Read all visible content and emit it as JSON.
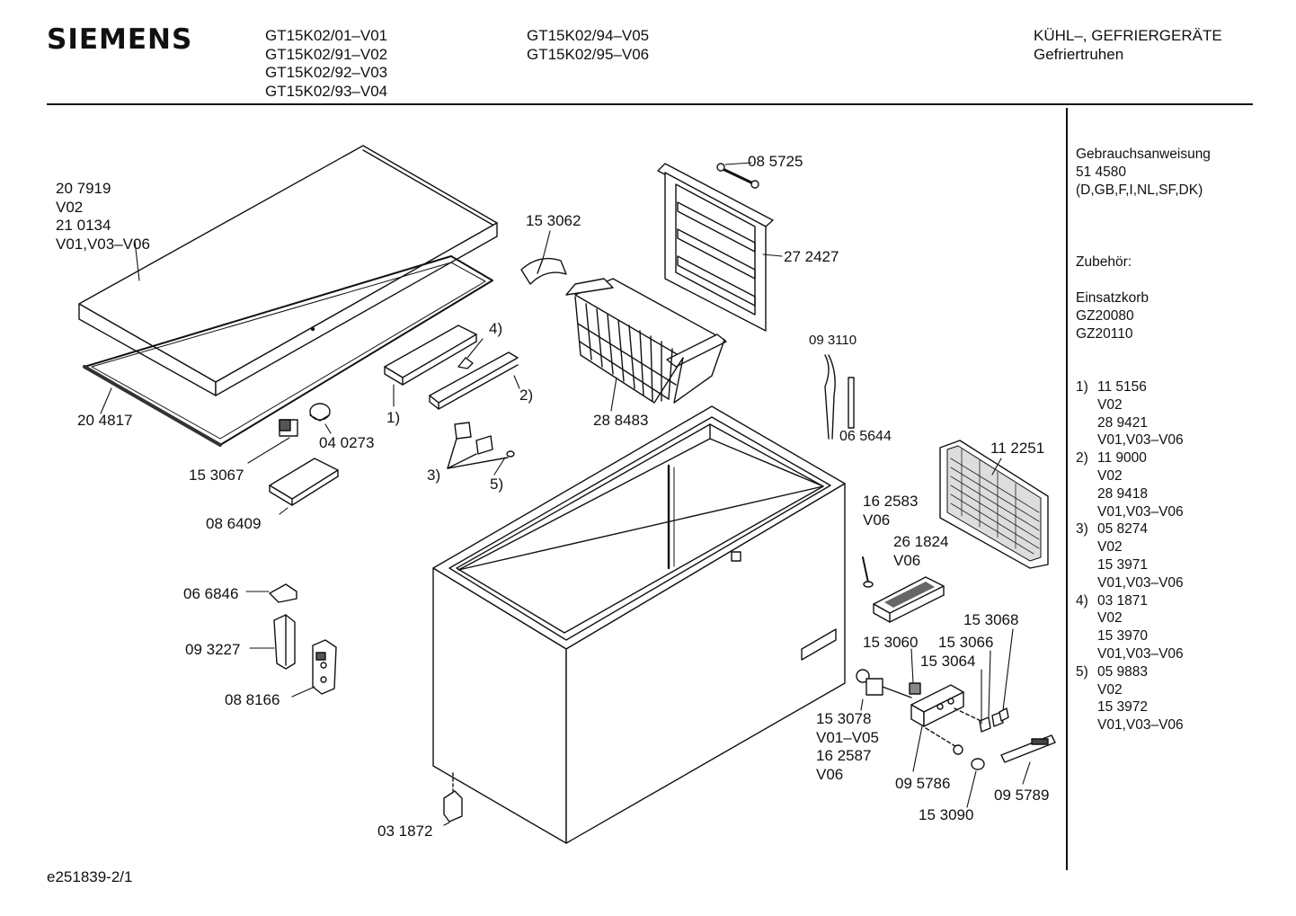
{
  "header": {
    "brand": "SIEMENS",
    "models_col1": [
      "GT15K02/01–V01",
      "GT15K02/91–V02",
      "GT15K02/92–V03",
      "GT15K02/93–V04"
    ],
    "models_col2": [
      "GT15K02/94–V05",
      "GT15K02/95–V06"
    ],
    "category": [
      "KÜHL–, GEFRIERGERÄTE",
      "Gefriertruhen"
    ]
  },
  "sidebar": {
    "manual": [
      "Gebrauchsanweisung",
      "51 4580",
      "(D,GB,F,I,NL,SF,DK)"
    ],
    "accessory_title": "Zubehör:",
    "accessory": [
      "Einsatzkorb",
      "GZ20080",
      "GZ20110"
    ],
    "notes": [
      {
        "n": "1)",
        "lines": [
          "11 5156",
          "V02",
          "28 9421",
          "V01,V03–V06"
        ]
      },
      {
        "n": "2)",
        "lines": [
          "11 9000",
          "V02",
          "28 9418",
          "V01,V03–V06"
        ]
      },
      {
        "n": "3)",
        "lines": [
          "05 8274",
          "V02",
          "15 3971",
          "V01,V03–V06"
        ]
      },
      {
        "n": "4)",
        "lines": [
          "03 1871",
          "V02",
          "15 3970",
          "V01,V03–V06"
        ]
      },
      {
        "n": "5)",
        "lines": [
          "05 9883",
          "V02",
          "15 3972",
          "V01,V03–V06"
        ]
      }
    ]
  },
  "parts": {
    "lid": [
      "20 7919",
      "V02",
      "21 0134",
      "V01,V03–V06"
    ],
    "p085725": "08 5725",
    "p153062": "15 3062",
    "p272427": "27 2427",
    "ref4": "4)",
    "ref2": "2)",
    "ref1": "1)",
    "p204817": "20 4817",
    "p040273": "04 0273",
    "p288483": "28 8483",
    "p093110": "09 3110",
    "p065644": "06 5644",
    "p153067": "15 3067",
    "ref3": "3)",
    "ref5": "5)",
    "p112251": "11 2251",
    "p086409": "08 6409",
    "p162583": [
      "16 2583",
      "V06"
    ],
    "p261824": [
      "26 1824",
      "V06"
    ],
    "p066846": "06 6846",
    "p093227": "09 3227",
    "p088166": "08 8166",
    "p153068": "15 3068",
    "p153060": "15 3060",
    "p153066": "15 3066",
    "p153064": "15 3064",
    "p153078": [
      "15 3078",
      "V01–V05",
      "16 2587",
      "V06"
    ],
    "p095786": "09 5786",
    "p095789": "09 5789",
    "p153090": "15 3090",
    "p031872": "03 1872"
  },
  "footer": "e251839-2/1"
}
